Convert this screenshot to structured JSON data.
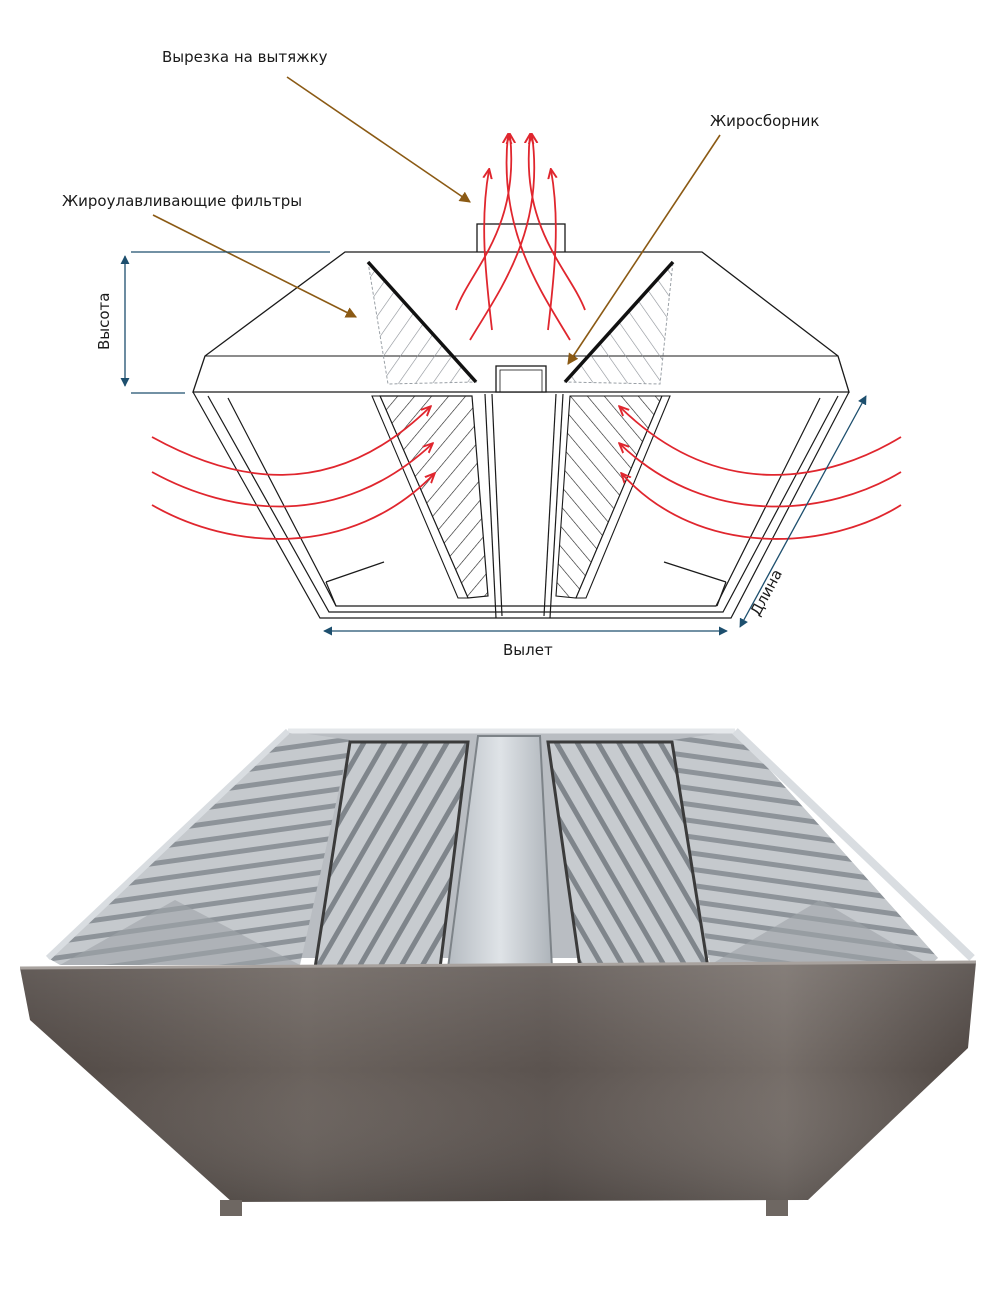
{
  "diagram": {
    "labels": {
      "exhaust_cutout": "Вырезка на вытяжку",
      "grease_collector": "Жиросборник",
      "grease_filters": "Жироулавливающие фильтры",
      "height": "Высота",
      "length": "Длина",
      "overhang": "Вылет"
    },
    "colors": {
      "leader_arrow": "#8b5a14",
      "airflow": "#e0262e",
      "dimension": "#1d4f6e",
      "outline": "#1a1a1a"
    }
  },
  "photo": {
    "subject": "stainless-steel-exhaust-hood",
    "colors": {
      "steel_dark": "#5d5551",
      "steel_light": "#d9dde1",
      "interior": "#b8bcc1"
    }
  }
}
